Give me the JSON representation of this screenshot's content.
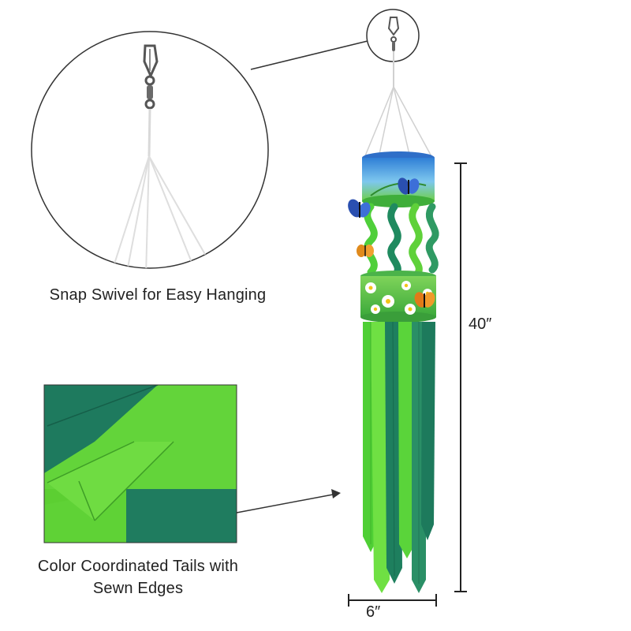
{
  "captions": {
    "snap_swivel": "Snap Swivel for Easy Hanging",
    "tails_line1": "Color Coordinated Tails with",
    "tails_line2": "Sewn Edges"
  },
  "dimensions": {
    "height": "40″",
    "width": "6″"
  },
  "colors": {
    "light_green": "#5fd13a",
    "dark_green": "#1d7a5c",
    "teal_green": "#2f8f6a",
    "sky_blue": "#3a8fd8",
    "line": "#222222"
  }
}
